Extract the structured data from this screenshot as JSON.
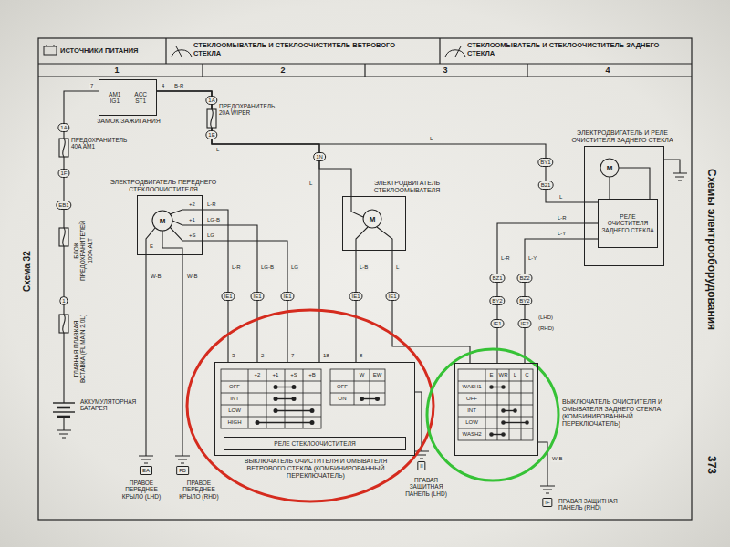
{
  "diagram": {
    "nodes": [
      {
        "text": [
          "ЗАМОК ЗАЖИГАНИЯ",
          "AM1",
          "ACC",
          "IG1",
          "ST1"
        ]
      },
      {
        "text": [
          "ЭЛЕКТРОДВИГАТЕЛЬ ПЕРЕДНЕГО СТЕКЛООЧИСТИТЕЛЯ"
        ]
      },
      {
        "text": [
          "ЭЛЕКТРОДВИГАТЕЛЬ СТЕКЛООМЫВАТЕЛЯ"
        ]
      },
      {
        "text": [
          "ЭЛЕКТРОДВИГАТЕЛЬ И РЕЛЕ ОЧИСТИТЕЛЯ ЗАДНЕГО СТЕКЛА"
        ]
      },
      {
        "text": [
          "РЕЛЕ ОЧИСТИТЕЛЯ ЗАДНЕГО СТЕКЛА"
        ],
        "in": 3
      },
      {
        "text": [
          "ВЫКЛЮЧАТЕЛЬ ОЧИСТИТЕЛЯ И ОМЫВАТЕЛЯ ВЕТРОВОГО СТЕКЛА (КОМБИНИРОВАННЫЙ ПЕРЕКЛЮЧАТЕЛЬ)"
        ]
      },
      {
        "text": [
          "РЕЛЕ СТЕКЛООЧИСТИТЕЛЯ"
        ],
        "in": 5
      },
      {
        "text": [
          "ВЫКЛЮЧАТЕЛЬ ОЧИСТИТЕЛЯ И ОМЫВАТЕЛЯ ЗАДНЕГО СТЕКЛА (КОМБИНИРОВАННЫЙ ПЕРЕКЛЮЧАТЕЛЬ)"
        ]
      }
    ],
    "edges": [
      {
        "from": 0,
        "to": 5,
        "arrow": "none"
      },
      {
        "from": 0,
        "to": 2,
        "arrow": "none"
      },
      {
        "from": 0,
        "to": 3,
        "arrow": "none"
      },
      {
        "from": 1,
        "to": 5,
        "arrow": "none"
      },
      {
        "from": 1,
        "to": 5,
        "arrow": "none"
      },
      {
        "from": 1,
        "to": 5,
        "arrow": "none"
      },
      {
        "from": 2,
        "to": 5,
        "arrow": "none"
      },
      {
        "from": 2,
        "to": 7,
        "arrow": "none"
      },
      {
        "from": 3,
        "to": 7,
        "arrow": "none"
      },
      {
        "from": 3,
        "to": 7,
        "arrow": "none"
      }
    ],
    "labels": [
      "ИСТОЧНИКИ ПИТАНИЯ",
      "СТЕКЛООМЫВАТЕЛЬ И СТЕКЛООЧИСТИТЕЛЬ ВЕТРОВОГО СТЕКЛА",
      "СТЕКЛООМЫВАТЕЛЬ И СТЕКЛООЧИСТИТЕЛЬ ЗАДНЕГО СТЕКЛА",
      "1",
      "2",
      "3",
      "4",
      "Схемы электрооборудования",
      "373",
      "Схема 32",
      "7",
      "4",
      "B-R",
      "1A",
      "ПРЕДОХРАНИТЕЛЬ 20A WIPER",
      "1E",
      "L",
      "1N",
      "L",
      "L",
      "BY1",
      "B21",
      "L",
      "1A",
      "ПРЕДОХРАНИТЕЛЬ 40A AM1",
      "1F",
      "EB1",
      "БЛОК ПРЕДОХРАНИТЕЛЕЙ 100A ALT",
      "1",
      "ГЛАВНАЯ ПЛАВКАЯ ВСТАВКА (FL MAIN 2.0L)",
      "АККУМУЛЯТОРНАЯ БАТАРЕЯ",
      "M",
      "+2",
      "+1",
      "+S",
      "E",
      "L-R",
      "LG-B",
      "LG",
      "L-R",
      "LG-B",
      "LG",
      "IE1",
      "IE1",
      "IE1",
      "W-B",
      "W-B",
      "M",
      "L-B",
      "L",
      "IE1",
      "IE1",
      "M",
      "L-R",
      "L-Y",
      "L-R",
      "L-Y",
      "BZ1",
      "BY2",
      "IE1",
      "BZ2",
      "BY2",
      "IE2",
      "(LHD)",
      "(RHD)",
      "3",
      "2",
      "7",
      "18",
      "8",
      "+2",
      "+1",
      "+S",
      "+B",
      "OFF",
      "INT",
      "LOW",
      "HIGH",
      "W",
      "EW",
      "OFF",
      "ON",
      "E",
      "WR",
      "L",
      "C",
      "WASH1",
      "OFF",
      "INT",
      "LOW",
      "WASH2",
      "EA",
      "ПРАВОЕ ПЕРЕДНЕЕ КРЫЛО (LHD)",
      "FB",
      "ПРАВОЕ ПЕРЕДНЕЕ КРЫЛО (RHD)",
      "II",
      "ПРАВАЯ ЗАЩИТНАЯ ПАНЕЛЬ (LHD)",
      "W-B",
      "IF",
      "ПРАВАЯ ЗАЩИТНАЯ ПАНЕЛЬ (RHD)"
    ]
  }
}
